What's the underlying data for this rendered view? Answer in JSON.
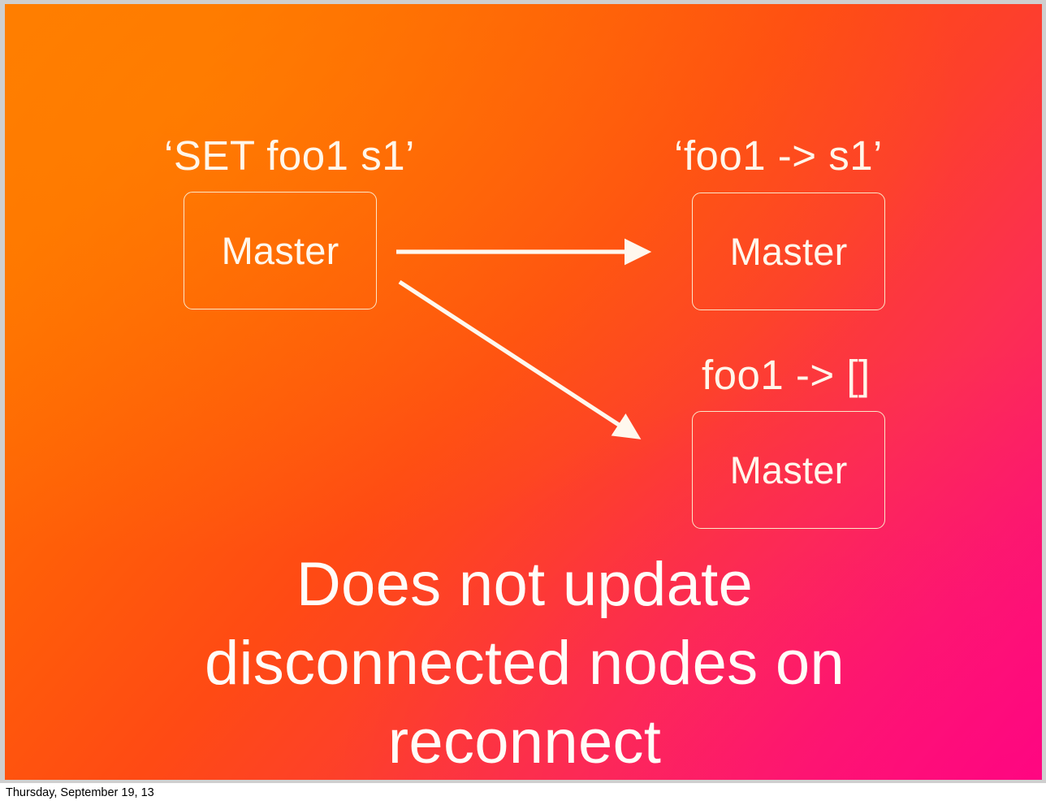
{
  "slide": {
    "background": {
      "gradient_from": "#FF7A00",
      "gradient_mid": "#FD3F2C",
      "gradient_to": "#FF0A80",
      "direction": "top-left-to-bottom-right"
    },
    "annotations": {
      "set_command": "‘SET foo1 s1’",
      "foo_mapped": "‘foo1 -> s1’",
      "foo_empty": "foo1 -> []"
    },
    "nodes": [
      {
        "id": "master-left",
        "label": "Master"
      },
      {
        "id": "master-top",
        "label": "Master"
      },
      {
        "id": "master-bottom",
        "label": "Master"
      }
    ],
    "arrows": [
      {
        "id": "arrow-left-to-top",
        "from": "master-left",
        "to": "master-top",
        "style": "solid"
      },
      {
        "id": "arrow-left-to-bottom",
        "from": "master-left",
        "to": "master-bottom",
        "style": "solid"
      }
    ],
    "caption": "Does not update disconnected nodes on reconnect",
    "text_color": "#FFF7EC",
    "border_color": "#FBE6C8"
  },
  "footer": {
    "date": "Thursday, September 19, 13"
  }
}
